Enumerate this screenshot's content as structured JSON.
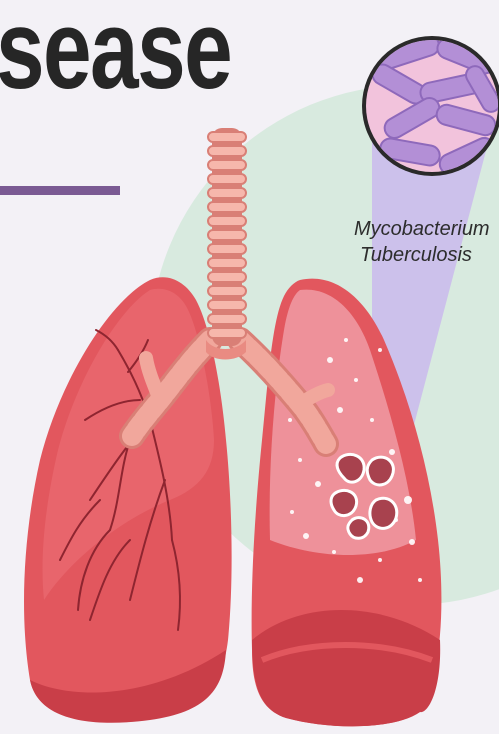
{
  "title": "sease",
  "caption": {
    "line1": "Mycobacterium",
    "line2": "Tuberculosis"
  },
  "colors": {
    "background": "#f3f1f6",
    "green_circle": "#d8eadf",
    "accent_rule": "#7a5a93",
    "lung_red": "#e2575e",
    "lung_dark": "#c93e48",
    "trachea": "#f1a79c",
    "bacteria": "#b38fd6",
    "highlight_beam": "#c9b6ee"
  },
  "icons": [
    "lungs-illustration",
    "trachea",
    "bacteria-magnifier",
    "infection-lesions"
  ]
}
